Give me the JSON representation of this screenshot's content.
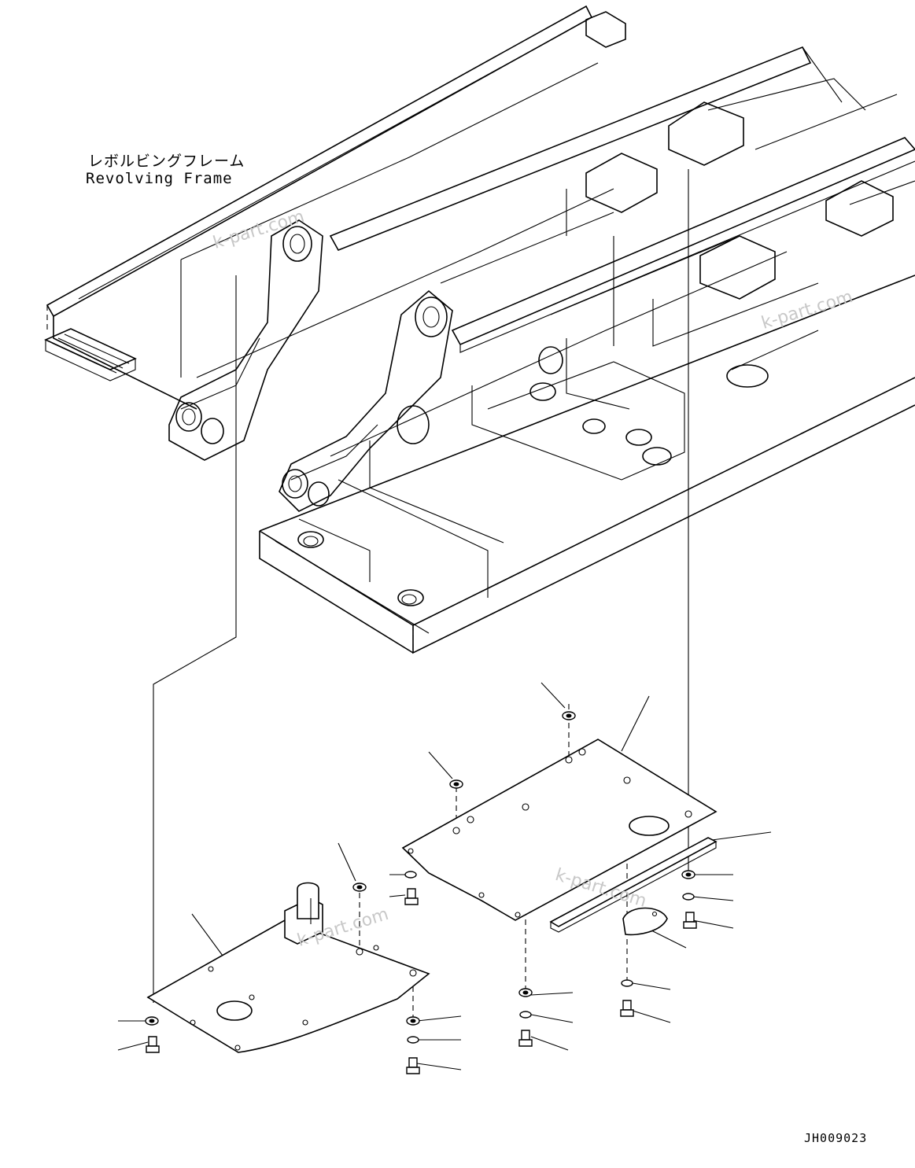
{
  "frame_label": {
    "japanese": "レボルビングフレーム",
    "english": "Revolving Frame"
  },
  "drawing_id": "JH009023",
  "watermarks": [
    "k-part.com",
    "k-part.com",
    "k-part.com",
    "k-part.com"
  ],
  "icons": {
    "washer": "washer-icon",
    "bolt": "bolt-icon",
    "cover_plate": "cover-plate-icon"
  }
}
